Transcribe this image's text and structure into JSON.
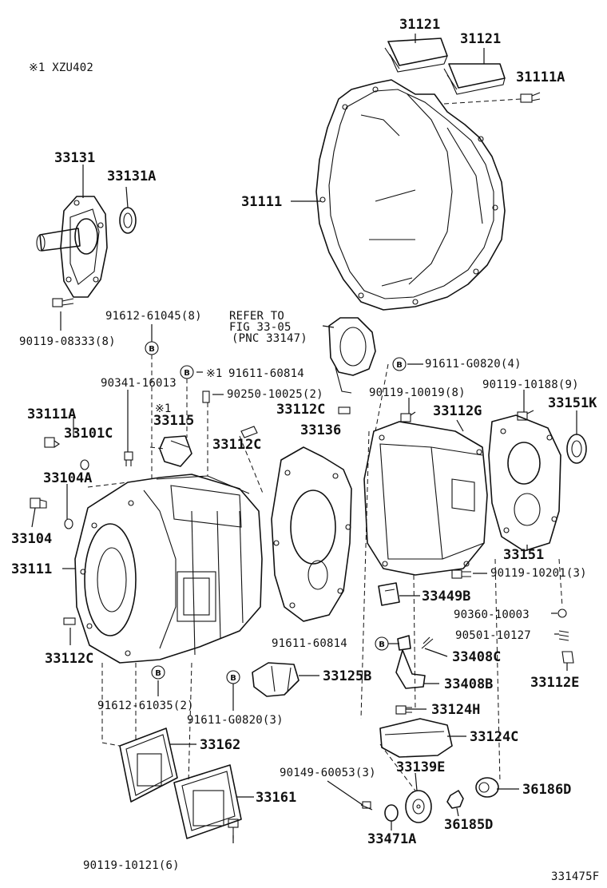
{
  "diagram": {
    "variant_note": "※1 XZU402",
    "figure_code": "331475F",
    "callouts": {
      "c31121a": "31121",
      "c31121b": "31121",
      "c31111A_top": "31111A",
      "c31111": "31111",
      "c33131": "33131",
      "c33131A": "33131A",
      "c90119_08333": "90119-08333(8)",
      "c91612_61045": "91612-61045(8)",
      "refer1": "REFER TO",
      "refer2": "FIG 33-05",
      "refer3": "(PNC 33147)",
      "c90341_16013": "90341-16013",
      "c91611_60814a": "91611-60814",
      "mark_x1": "※1",
      "c90250_10025": "90250-10025(2)",
      "c91611_G0820_4": "91611-G0820(4)",
      "c90119_10019": "90119-10019(8)",
      "c90119_10188": "90119-10188(9)",
      "c33112C_a": "33112C",
      "c33112G": "33112G",
      "c33151K": "33151K",
      "c33111A_left": "33111A",
      "c33101C": "33101C",
      "c33115": "33115",
      "c33115_mark": "※1",
      "c33112C_b": "33112C",
      "c33136": "33136",
      "c33104A": "33104A",
      "c33104": "33104",
      "c33111_left": "33111",
      "c33151": "33151",
      "c90119_10201": "90119-10201(3)",
      "c33449B": "33449B",
      "c90360_10003": "90360-10003",
      "c90501_10127": "90501-10127",
      "c91611_60814b": "91611-60814",
      "c33408C": "33408C",
      "c33112C_c": "33112C",
      "c33125B": "33125B",
      "c33408B": "33408B",
      "c33112E": "33112E",
      "c91612_61035": "91612-61035(2)",
      "c91611_G0820_3": "91611-G0820(3)",
      "c33124H": "33124H",
      "c33124C": "33124C",
      "c33162": "33162",
      "c90149_60053": "90149-60053(3)",
      "c33139E": "33139E",
      "c33161": "33161",
      "c36186D": "36186D",
      "c36185D": "36185D",
      "c33471A": "33471A",
      "c90119_10121": "90119-10121(6)"
    },
    "b_marker": "B"
  }
}
